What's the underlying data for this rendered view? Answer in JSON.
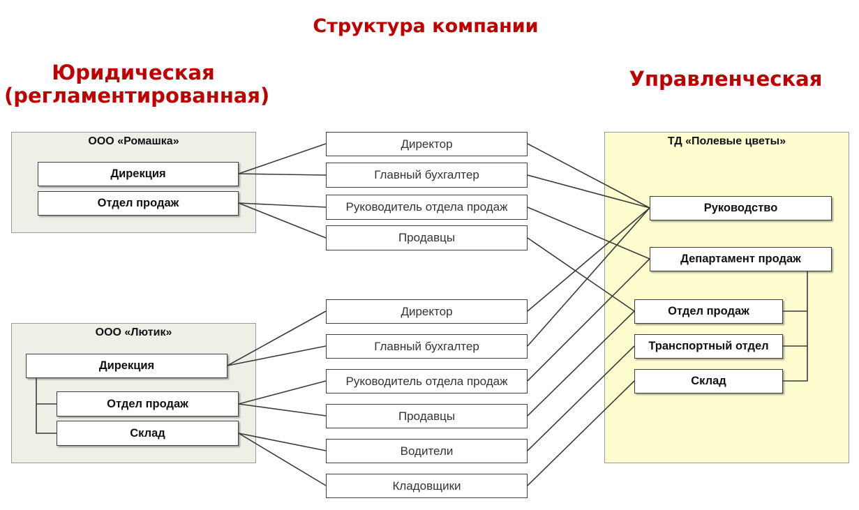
{
  "title": "Структура компании",
  "legal_heading_line1": "Юридическая",
  "legal_heading_line2": "(регламентированная)",
  "mgmt_heading": "Управленческая",
  "legal_groups": [
    {
      "name": "ООО «Ромашка»",
      "units": [
        "Дирекция",
        "Отдел продаж"
      ]
    },
    {
      "name": "ООО «Лютик»",
      "units": [
        "Дирекция",
        "Отдел продаж",
        "Склад"
      ]
    }
  ],
  "roles_group1": [
    "Директор",
    "Главный бухгалтер",
    "Руководитель отдела продаж",
    "Продавцы"
  ],
  "roles_group2": [
    "Директор",
    "Главный бухгалтер",
    "Руководитель отдела продаж",
    "Продавцы",
    "Водители",
    "Кладовщики"
  ],
  "mgmt_group": {
    "name": "ТД «Полевые цветы»",
    "units": [
      "Руководство",
      "Департамент продаж",
      "Отдел продаж",
      "Транспортный отдел",
      "Склад"
    ]
  },
  "colors": {
    "heading": "#c00000",
    "legal_bg": "#eeefe6",
    "mgmt_bg": "#fefdd0",
    "line": "#3a3a3a"
  }
}
